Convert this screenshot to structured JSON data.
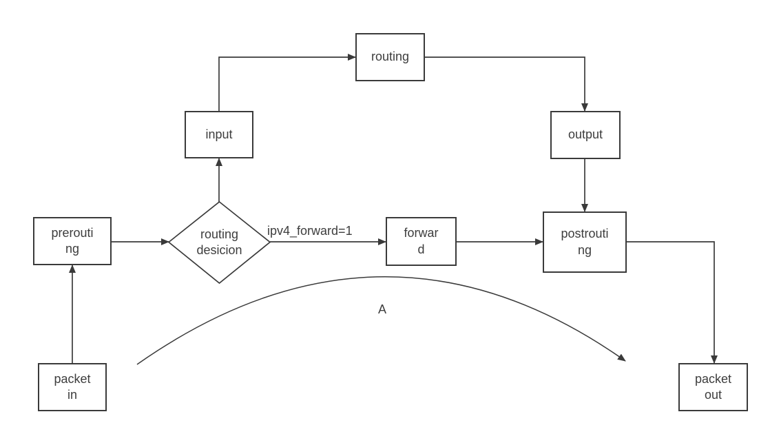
{
  "colors": {
    "line": "#3a3a3a",
    "text": "#3d3d3d",
    "bg": "#ffffff"
  },
  "nodes": {
    "packet_in": {
      "lines": [
        "packet",
        "in"
      ]
    },
    "prerouting": {
      "lines": [
        "prerouti",
        "ng"
      ]
    },
    "routing_decision": {
      "lines": [
        "routing",
        "desicion"
      ]
    },
    "input": {
      "lines": [
        "input"
      ]
    },
    "routing": {
      "lines": [
        "routing"
      ]
    },
    "output": {
      "lines": [
        "output"
      ]
    },
    "forward": {
      "lines": [
        "forwar",
        "d"
      ]
    },
    "postrouting": {
      "lines": [
        "postrouti",
        "ng"
      ]
    },
    "packet_out": {
      "lines": [
        "packet",
        "out"
      ]
    }
  },
  "edge_labels": {
    "forward_condition": "ipv4_forward=1",
    "curve_label": "A"
  }
}
